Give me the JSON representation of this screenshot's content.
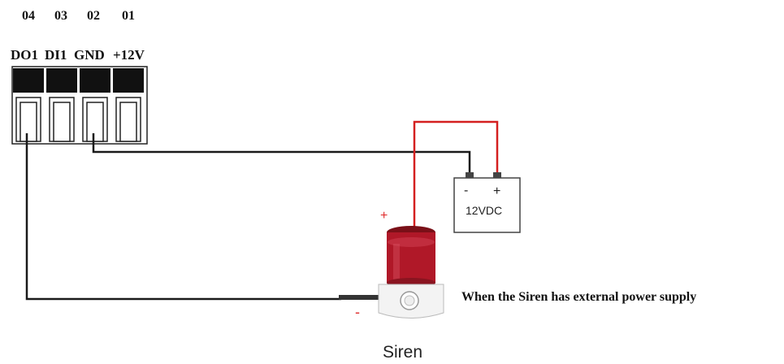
{
  "terminal_block": {
    "pin_numbers": [
      "04",
      "03",
      "02",
      "01"
    ],
    "pin_labels": [
      "DO1",
      "DI1",
      "GND",
      "+12V"
    ]
  },
  "battery": {
    "neg_symbol": "-",
    "pos_symbol": "+",
    "label": "12VDC"
  },
  "siren": {
    "plus_marker": "+",
    "minus_marker": "-",
    "label": "Siren"
  },
  "caption": "When the Siren has external power supply",
  "colors": {
    "wire": "#1a1a1a",
    "positive_wire": "#d42020",
    "siren_red": "#b01828",
    "marker_red": "#e03030"
  }
}
